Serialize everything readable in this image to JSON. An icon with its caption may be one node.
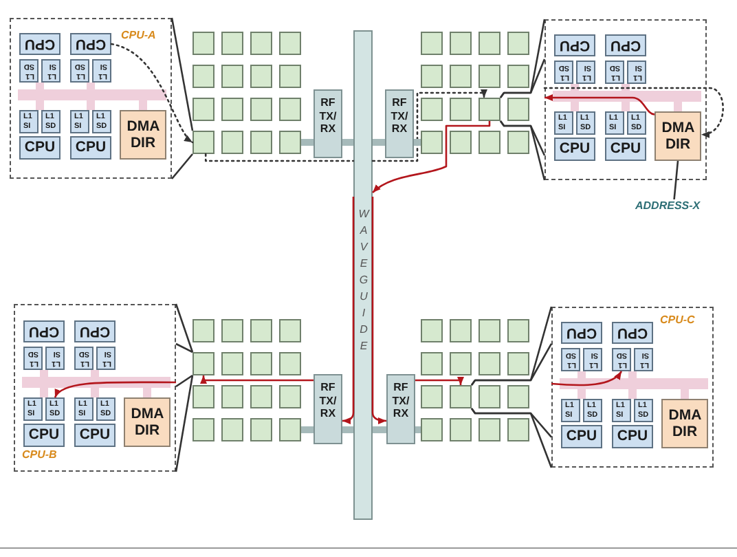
{
  "diagram": {
    "nodes": [
      {
        "text": [
          "CPU-A"
        ]
      },
      {
        "text": [
          "CPU"
        ],
        "in": 0
      },
      {
        "text": [
          "CPU"
        ],
        "in": 0
      },
      {
        "text": [
          "L1 SD"
        ],
        "in": 0
      },
      {
        "text": [
          "L1 SI"
        ],
        "in": 0
      },
      {
        "text": [
          "L1 SD"
        ],
        "in": 0
      },
      {
        "text": [
          "L1 SI"
        ],
        "in": 0
      },
      {
        "text": [
          "L1 SI"
        ],
        "in": 0
      },
      {
        "text": [
          "L1 SD"
        ],
        "in": 0
      },
      {
        "text": [
          "L1 SI"
        ],
        "in": 0
      },
      {
        "text": [
          "L1 SD"
        ],
        "in": 0
      },
      {
        "text": [
          "DMA DIR"
        ],
        "in": 0
      },
      {
        "text": [
          "CPU"
        ],
        "in": 0
      },
      {
        "text": [
          "CPU"
        ],
        "in": 0
      },
      {
        "text": [],
        "shape": "box"
      },
      {
        "text": [],
        "shape": "box"
      },
      {
        "text": [],
        "shape": "box"
      },
      {
        "text": [],
        "shape": "box"
      },
      {
        "text": [],
        "shape": "box"
      },
      {
        "text": [],
        "shape": "box"
      },
      {
        "text": [],
        "shape": "box"
      },
      {
        "text": [],
        "shape": "box"
      },
      {
        "text": [],
        "shape": "box"
      },
      {
        "text": [],
        "shape": "box"
      },
      {
        "text": [],
        "shape": "box"
      },
      {
        "text": [],
        "shape": "box"
      },
      {
        "text": [],
        "shape": "box"
      },
      {
        "text": [],
        "shape": "box"
      },
      {
        "text": [],
        "shape": "box"
      },
      {
        "text": [],
        "shape": "box"
      },
      {
        "text": [
          "RF TX/ RX"
        ]
      },
      {
        "text": [
          "WAVEGUIDE"
        ]
      },
      {
        "text": [
          "RF TX/ RX"
        ]
      },
      {
        "text": [],
        "shape": "box"
      },
      {
        "text": [],
        "shape": "box"
      },
      {
        "text": [],
        "shape": "box"
      },
      {
        "text": [],
        "shape": "box"
      },
      {
        "text": [],
        "shape": "box"
      },
      {
        "text": [],
        "shape": "box"
      },
      {
        "text": [],
        "shape": "box"
      },
      {
        "text": [],
        "shape": "box"
      },
      {
        "text": [],
        "shape": "box"
      },
      {
        "text": [],
        "shape": "box"
      },
      {
        "text": [],
        "shape": "box"
      },
      {
        "text": [],
        "shape": "box"
      },
      {
        "text": [],
        "shape": "box"
      },
      {
        "text": [],
        "shape": "box"
      },
      {
        "text": [],
        "shape": "box"
      },
      {
        "text": [],
        "shape": "box"
      },
      {
        "text": [],
        "shape": "box"
      },
      {
        "text": [
          "CPU"
        ],
        "in": 49
      },
      {
        "text": [
          "CPU"
        ],
        "in": 49
      },
      {
        "text": [
          "L1 SD"
        ],
        "in": 49
      },
      {
        "text": [
          "L1 SI"
        ],
        "in": 49
      },
      {
        "text": [
          "L1 SD"
        ],
        "in": 49
      },
      {
        "text": [
          "L1 SI"
        ],
        "in": 49
      },
      {
        "text": [
          "L1 SI"
        ],
        "in": 49
      },
      {
        "text": [
          "L1 SD"
        ],
        "in": 49
      },
      {
        "text": [
          "L1 SI"
        ],
        "in": 49
      },
      {
        "text": [
          "L1 SD"
        ],
        "in": 49
      },
      {
        "text": [
          "DMA DIR"
        ],
        "in": 49
      },
      {
        "text": [
          "CPU"
        ],
        "in": 49
      },
      {
        "text": [
          "CPU"
        ],
        "in": 49
      },
      {
        "text": [
          "ADDRESS-X"
        ]
      },
      {
        "text": [
          "CPU-B"
        ]
      },
      {
        "text": [
          "CPU"
        ],
        "in": 64
      },
      {
        "text": [
          "CPU"
        ],
        "in": 64
      },
      {
        "text": [
          "L1 SD"
        ],
        "in": 64
      },
      {
        "text": [
          "L1 SI"
        ],
        "in": 64
      },
      {
        "text": [
          "L1 SD"
        ],
        "in": 64
      },
      {
        "text": [
          "L1 SI"
        ],
        "in": 64
      },
      {
        "text": [
          "L1 SI"
        ],
        "in": 64
      },
      {
        "text": [
          "L1 SD"
        ],
        "in": 64
      },
      {
        "text": [
          "L1 SI"
        ],
        "in": 64
      },
      {
        "text": [
          "L1 SD"
        ],
        "in": 64
      },
      {
        "text": [
          "DMA DIR"
        ],
        "in": 64
      },
      {
        "text": [
          "CPU"
        ],
        "in": 64
      },
      {
        "text": [
          "CPU"
        ],
        "in": 64
      },
      {
        "text": [],
        "shape": "box"
      },
      {
        "text": [],
        "shape": "box"
      },
      {
        "text": [],
        "shape": "box"
      },
      {
        "text": [],
        "shape": "box"
      },
      {
        "text": [],
        "shape": "box"
      },
      {
        "text": [],
        "shape": "box"
      },
      {
        "text": [],
        "shape": "box"
      },
      {
        "text": [],
        "shape": "box"
      },
      {
        "text": [],
        "shape": "box"
      },
      {
        "text": [],
        "shape": "box"
      },
      {
        "text": [],
        "shape": "box"
      },
      {
        "text": [],
        "shape": "box"
      },
      {
        "text": [],
        "shape": "box"
      },
      {
        "text": [],
        "shape": "box"
      },
      {
        "text": [],
        "shape": "box"
      },
      {
        "text": [],
        "shape": "box"
      },
      {
        "text": [
          "RF TX/ RX"
        ]
      },
      {
        "text": [
          "RF TX/ RX"
        ]
      },
      {
        "text": [],
        "shape": "box"
      },
      {
        "text": [],
        "shape": "box"
      },
      {
        "text": [],
        "shape": "box"
      },
      {
        "text": [],
        "shape": "box"
      },
      {
        "text": [],
        "shape": "box"
      },
      {
        "text": [],
        "shape": "box"
      },
      {
        "text": [],
        "shape": "box"
      },
      {
        "text": [],
        "shape": "box"
      },
      {
        "text": [],
        "shape": "box"
      },
      {
        "text": [],
        "shape": "box"
      },
      {
        "text": [],
        "shape": "box"
      },
      {
        "text": [],
        "shape": "box"
      },
      {
        "text": [],
        "shape": "box"
      },
      {
        "text": [],
        "shape": "box"
      },
      {
        "text": [],
        "shape": "box"
      },
      {
        "text": [],
        "shape": "box"
      },
      {
        "text": [
          "CPU-C"
        ]
      },
      {
        "text": [
          "CPU"
        ],
        "in": 112
      },
      {
        "text": [
          "CPU"
        ],
        "in": 112
      },
      {
        "text": [
          "L1 SD"
        ],
        "in": 112
      },
      {
        "text": [
          "L1 SI"
        ],
        "in": 112
      },
      {
        "text": [
          "L1 SD"
        ],
        "in": 112
      },
      {
        "text": [
          "L1 SI"
        ],
        "in": 112
      },
      {
        "text": [
          "L1 SI"
        ],
        "in": 112
      },
      {
        "text": [
          "L1 SD"
        ],
        "in": 112
      },
      {
        "text": [
          "L1 SI"
        ],
        "in": 112
      },
      {
        "text": [
          "L1 SD"
        ],
        "in": 112
      },
      {
        "text": [
          "DMA DIR"
        ],
        "in": 112
      },
      {
        "text": [
          "CPU"
        ],
        "in": 112
      },
      {
        "text": [
          "CPU"
        ],
        "in": 112
      }
    ],
    "edges": [
      {
        "from": 2,
        "to": 26,
        "arrow": "to",
        "style": "dashed"
      },
      {
        "from": 26,
        "to": 31,
        "arrow": "none",
        "style": "dashed"
      },
      {
        "from": 31,
        "to": 43,
        "arrow": "to",
        "style": "dashed"
      },
      {
        "from": 49,
        "to": 60,
        "arrow": "to",
        "style": "dashed"
      },
      {
        "from": 60,
        "to": 49,
        "arrow": "to",
        "color": "#b3161c"
      },
      {
        "from": 43,
        "to": 31,
        "arrow": "to",
        "color": "#b3161c"
      },
      {
        "from": 31,
        "to": 94,
        "arrow": "to",
        "color": "#b3161c"
      },
      {
        "from": 31,
        "to": 95,
        "arrow": "to",
        "color": "#b3161c"
      },
      {
        "from": 94,
        "to": 82,
        "arrow": "to",
        "color": "#b3161c"
      },
      {
        "from": 95,
        "to": 105,
        "arrow": "to",
        "color": "#b3161c"
      },
      {
        "from": 64,
        "to": 72,
        "arrow": "to",
        "color": "#b3161c"
      },
      {
        "from": 112,
        "to": 117,
        "arrow": "to",
        "color": "#b3161c"
      },
      {
        "from": 26,
        "to": 0,
        "arrow": "none"
      },
      {
        "from": 26,
        "to": 0,
        "arrow": "none"
      },
      {
        "from": 43,
        "to": 49,
        "arrow": "none"
      },
      {
        "from": 43,
        "to": 49,
        "arrow": "none"
      },
      {
        "from": 43,
        "to": 49,
        "arrow": "none"
      },
      {
        "from": 43,
        "to": 49,
        "arrow": "none"
      },
      {
        "from": 82,
        "to": 64,
        "arrow": "none"
      },
      {
        "from": 82,
        "to": 64,
        "arrow": "none"
      },
      {
        "from": 82,
        "to": 64,
        "arrow": "none"
      },
      {
        "from": 82,
        "to": 64,
        "arrow": "none"
      },
      {
        "from": 105,
        "to": 112,
        "arrow": "none"
      },
      {
        "from": 105,
        "to": 112,
        "arrow": "none"
      },
      {
        "from": 105,
        "to": 112,
        "arrow": "none"
      },
      {
        "from": 105,
        "to": 112,
        "arrow": "none"
      },
      {
        "from": 63,
        "to": 60,
        "arrow": "none"
      },
      {
        "from": 29,
        "to": 30,
        "arrow": "none",
        "style": "thick",
        "color": "#a6baba"
      },
      {
        "from": 30,
        "to": 31,
        "arrow": "none",
        "style": "thick",
        "color": "#a6baba"
      },
      {
        "from": 31,
        "to": 32,
        "arrow": "none",
        "style": "thick",
        "color": "#a6baba"
      },
      {
        "from": 32,
        "to": 45,
        "arrow": "none",
        "style": "thick",
        "color": "#a6baba"
      },
      {
        "from": 93,
        "to": 94,
        "arrow": "none",
        "style": "thick",
        "color": "#a6baba"
      },
      {
        "from": 94,
        "to": 31,
        "arrow": "none",
        "style": "thick",
        "color": "#a6baba"
      },
      {
        "from": 31,
        "to": 95,
        "arrow": "none",
        "style": "thick",
        "color": "#a6baba"
      },
      {
        "from": 95,
        "to": 108,
        "arrow": "none",
        "style": "thick",
        "color": "#a6baba"
      }
    ]
  }
}
